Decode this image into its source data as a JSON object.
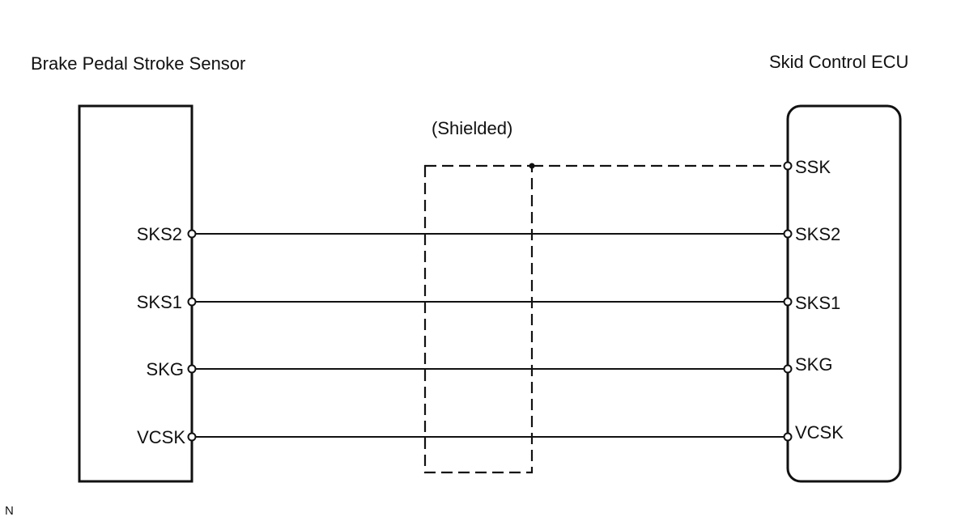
{
  "sensor": {
    "title": "Brake Pedal Stroke Sensor",
    "pins": [
      "SKS2",
      "SKS1",
      "SKG",
      "VCSK"
    ]
  },
  "ecu": {
    "title": "Skid Control  ECU",
    "pins": [
      "SSK",
      "SKS2",
      "SKS1",
      "SKG",
      "VCSK"
    ]
  },
  "shield": {
    "label": "(Shielded)"
  },
  "footer": {
    "mark": "N"
  },
  "colors": {
    "line": "#111111",
    "background": "#ffffff"
  }
}
